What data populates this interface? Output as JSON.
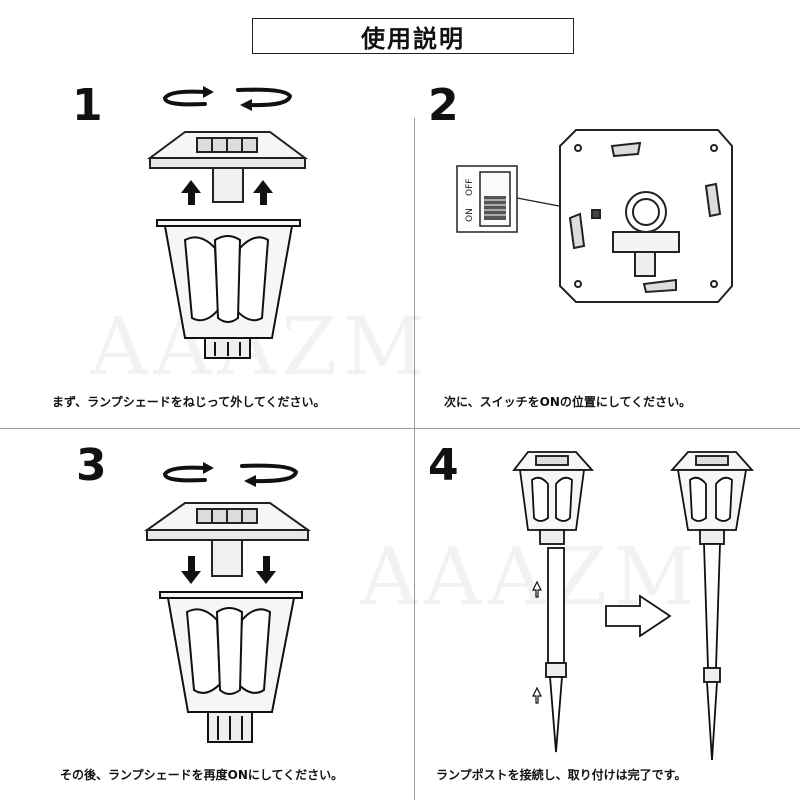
{
  "title": "使用説明",
  "watermark": "AAAZM",
  "steps": [
    {
      "number": "1",
      "caption": "まず、ランプシェードをねじって外してください。"
    },
    {
      "number": "2",
      "caption": "次に、スイッチをONの位置にしてください。",
      "switch_on": "ON",
      "switch_off": "OFF"
    },
    {
      "number": "3",
      "caption": "その後、ランプシェードを再度ONにしてください。"
    },
    {
      "number": "4",
      "caption": "ランプポストを接続し、取り付けは完了です。"
    }
  ],
  "icons": [
    "rotate-arrows-icon",
    "up-arrow-icon",
    "down-arrow-icon",
    "right-arrow-icon",
    "solar-cap-icon",
    "lantern-icon",
    "switch-icon"
  ]
}
